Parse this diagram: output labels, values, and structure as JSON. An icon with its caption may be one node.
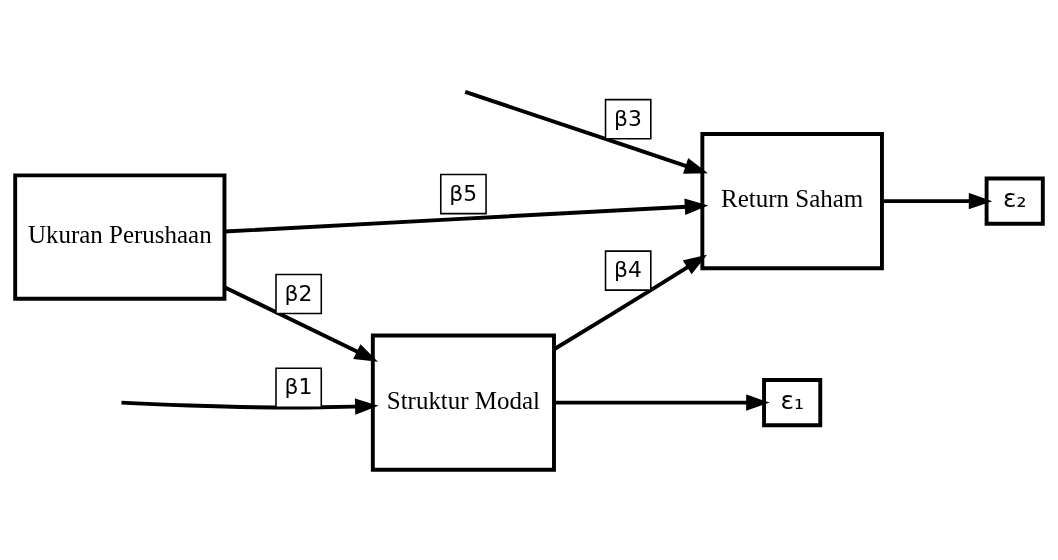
{
  "diagram": {
    "nodes": [
      {
        "text": [
          "Struktur Modal"
        ]
      },
      {
        "text": [
          "Return Saham"
        ]
      },
      {
        "text": [
          "Ukuran Perushaan"
        ]
      },
      {
        "text": [
          "ε₁"
        ]
      },
      {
        "text": [
          "ε₂"
        ]
      }
    ],
    "edges": [
      {
        "from": null,
        "to": 0,
        "arrow": "to",
        "label": "β1"
      },
      {
        "from": null,
        "to": 1,
        "arrow": "to",
        "label": "β3"
      },
      {
        "from": 2,
        "to": 0,
        "arrow": "to",
        "label": "β2"
      },
      {
        "from": 0,
        "to": 1,
        "arrow": "to",
        "label": "β4"
      },
      {
        "from": 2,
        "to": 1,
        "arrow": "to",
        "label": "β5"
      },
      {
        "from": 0,
        "to": 3,
        "arrow": "to"
      },
      {
        "from": 1,
        "to": 4,
        "arrow": "to"
      }
    ]
  }
}
